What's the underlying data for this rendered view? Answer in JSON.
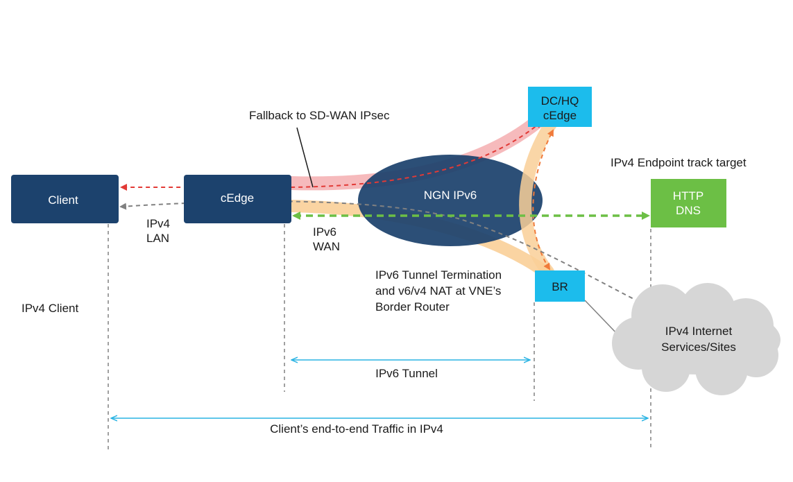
{
  "colors": {
    "navy": "#1c426d",
    "cyan": "#1cbcec",
    "green": "#6cbf45",
    "red": "#e23a36",
    "orange": "#f07a3a",
    "gray": "#808080",
    "pink_band": "#f5b3b5",
    "orange_band": "#f9cf98",
    "cloud": "#d6d6d6",
    "tunnel_arrow": "#29b3e3"
  },
  "nodes": {
    "client": "Client",
    "cedge": "cEdge",
    "ngn": "NGN IPv6",
    "dc_hq": [
      "DC/HQ",
      "cEdge"
    ],
    "br": "BR",
    "http_dns": [
      "HTTP",
      "DNS"
    ],
    "internet": [
      "IPv4 Internet",
      "Services/Sites"
    ]
  },
  "labels": {
    "fallback": "Fallback to SD-WAN IPsec",
    "ipv4_lan": [
      "IPv4",
      "LAN"
    ],
    "ipv6_wan": [
      "IPv6",
      "WAN"
    ],
    "tunnel_termination": [
      "IPv6 Tunnel Termination",
      "and v6/v4 NAT at VNE’s",
      "Border Router"
    ],
    "endpoint_track": "IPv4 Endpoint track target",
    "ipv4_client": "IPv4 Client",
    "ipv6_tunnel": "IPv6 Tunnel",
    "end_to_end": "Client’s end-to-end Traffic in IPv4"
  }
}
